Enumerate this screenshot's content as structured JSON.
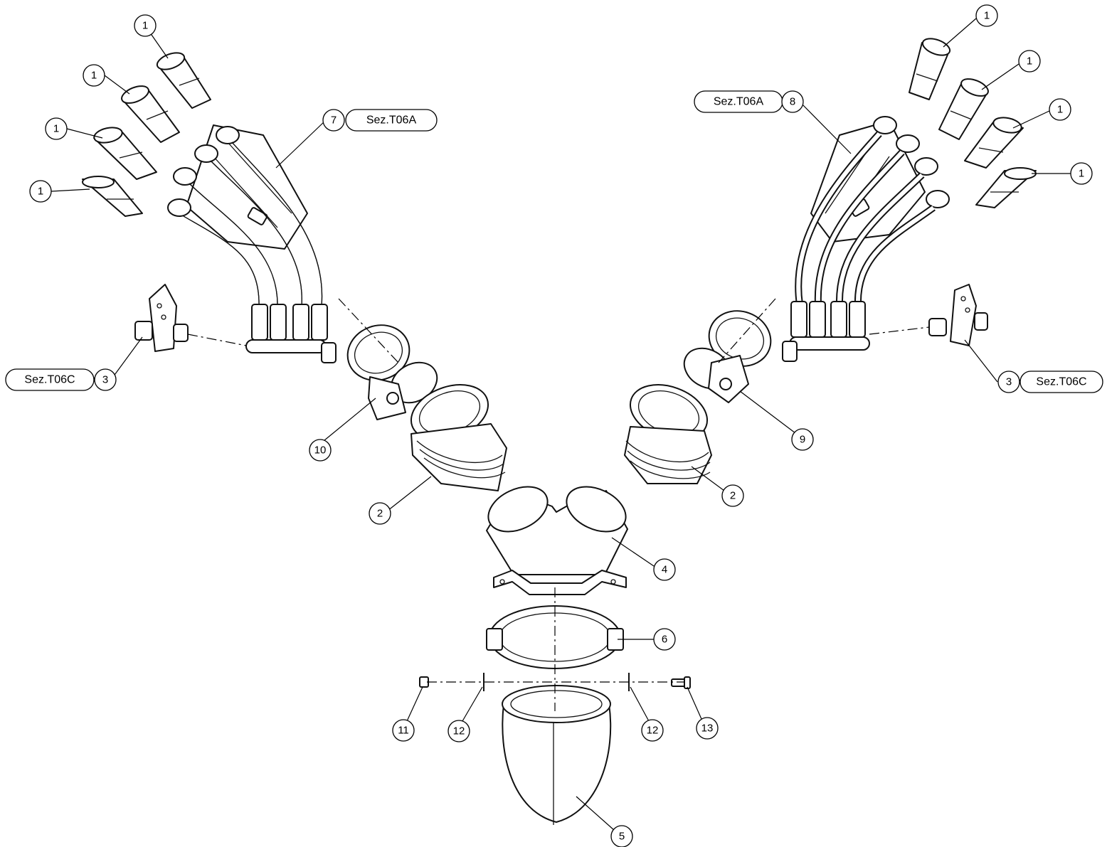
{
  "callouts": {
    "c1a": "1",
    "c1b": "1",
    "c1c": "1",
    "c1d": "1",
    "c1e": "1",
    "c1f": "1",
    "c1g": "1",
    "c1h": "1",
    "c2a": "2",
    "c2b": "2",
    "c3a": "3",
    "c3b": "3",
    "c4": "4",
    "c5": "5",
    "c6": "6",
    "c7": "7",
    "c8": "8",
    "c9": "9",
    "c10": "10",
    "c11": "11",
    "c12a": "12",
    "c12b": "12",
    "c13": "13"
  },
  "refs": {
    "r7": "Sez.T06A",
    "r8": "Sez.T06A",
    "r3a": "Sez.T06C",
    "r3b": "Sez.T06C"
  }
}
